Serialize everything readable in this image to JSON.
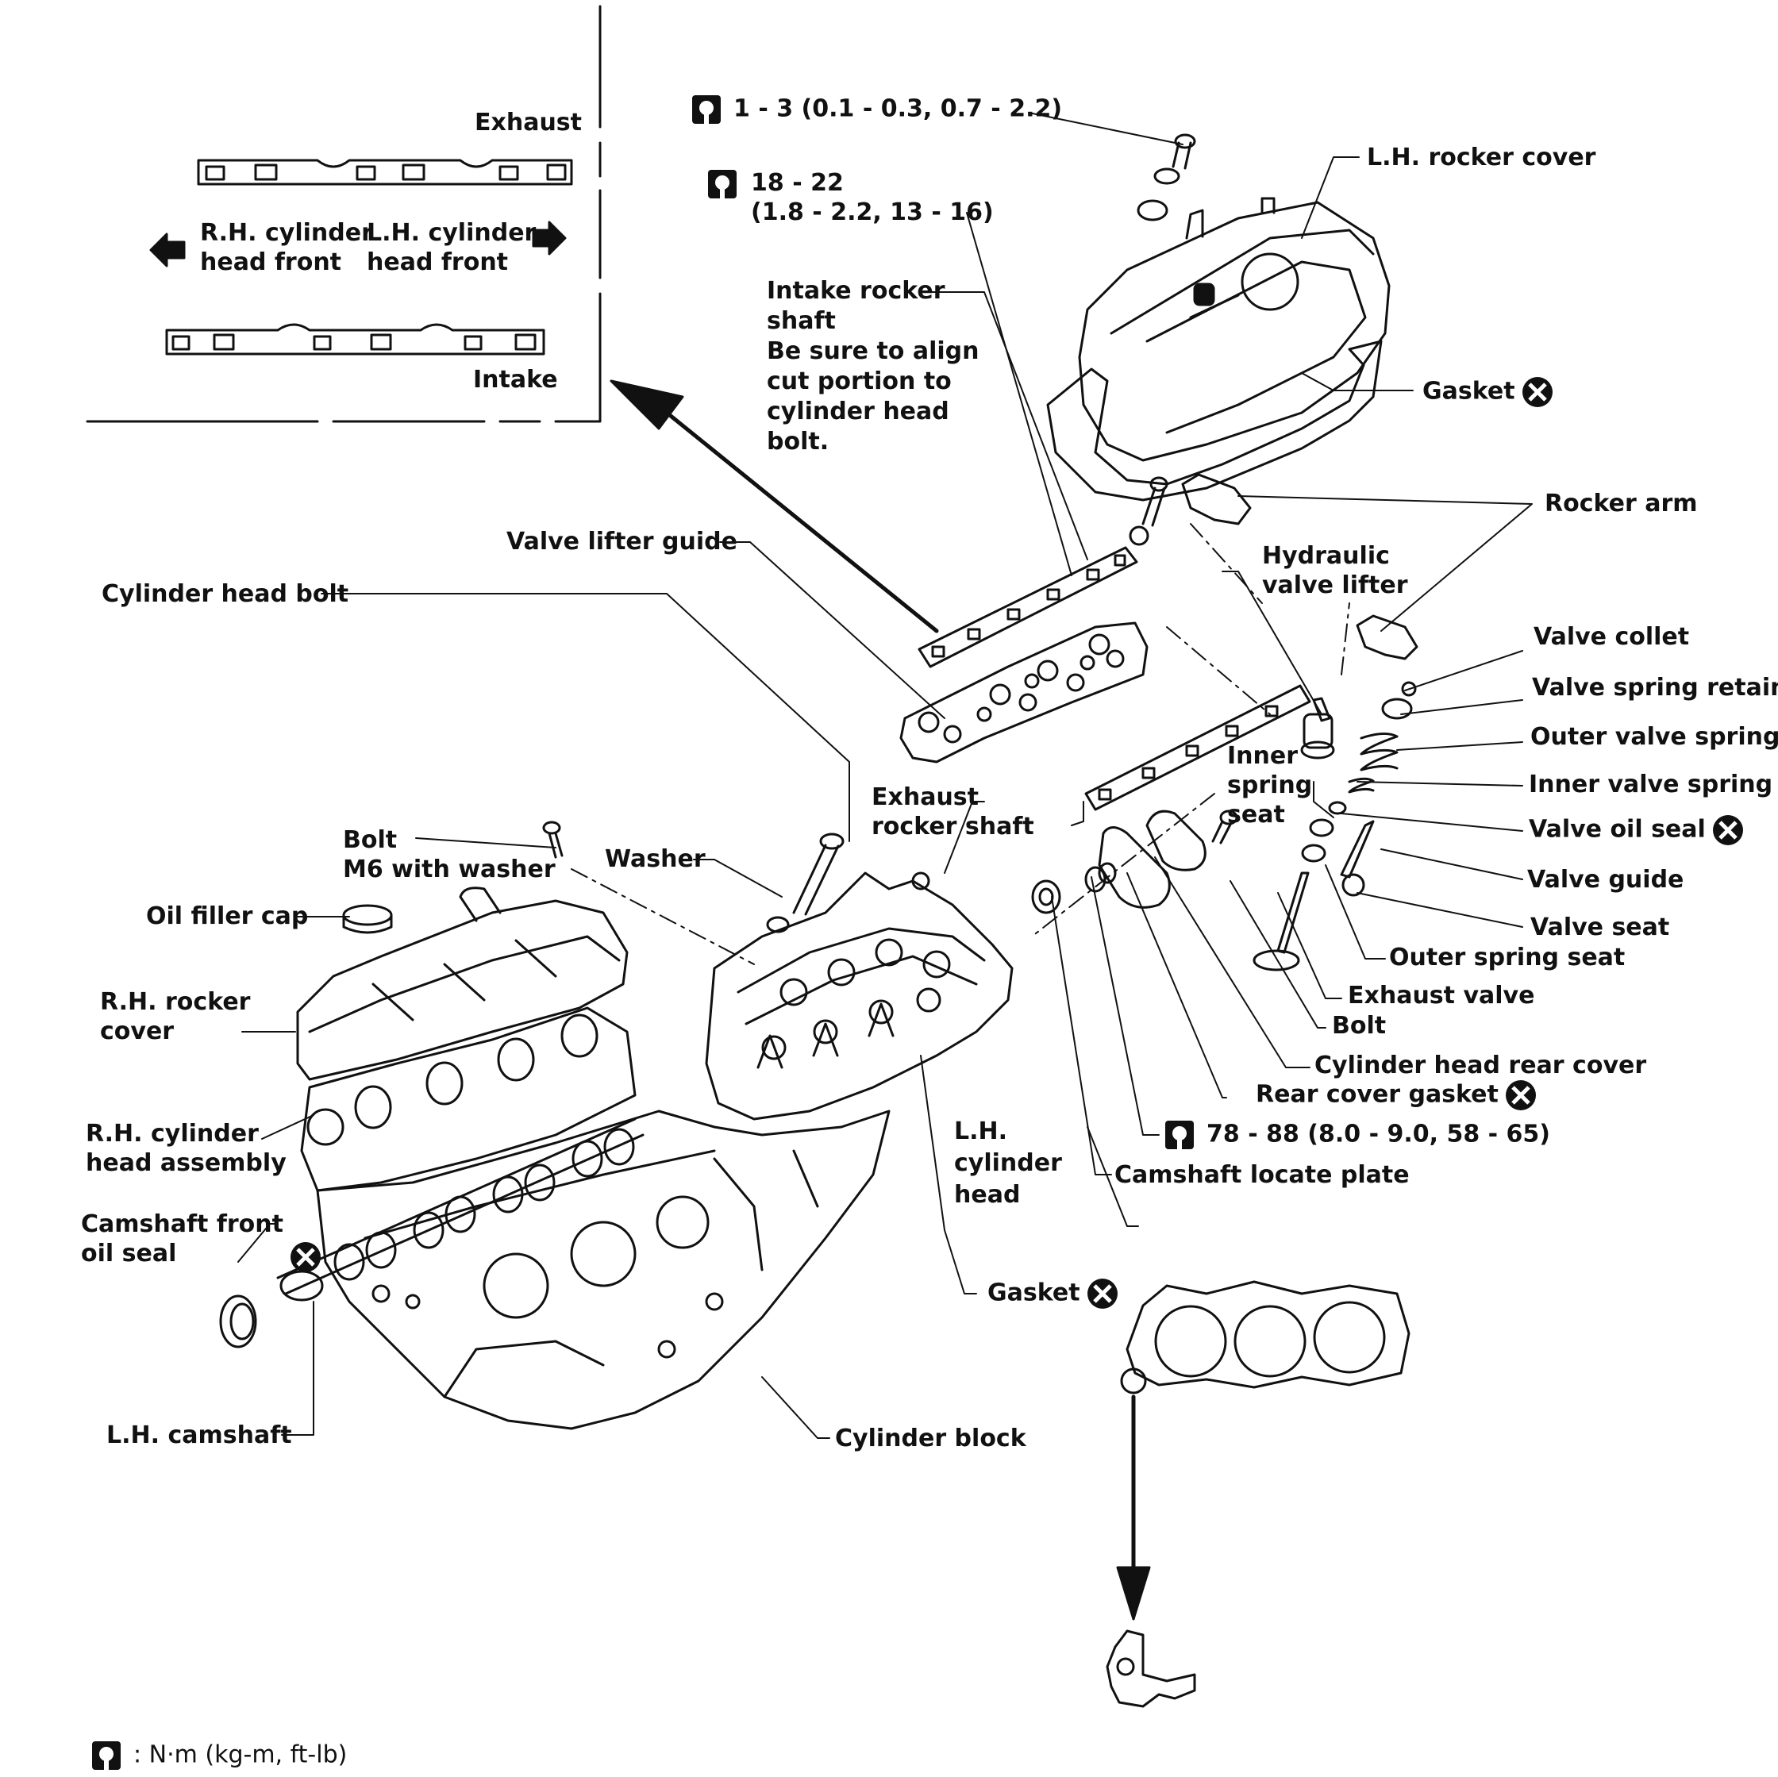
{
  "inset": {
    "exhaust": "Exhaust",
    "intake": "Intake",
    "rh_front": "R.H. cylinder\nhead front",
    "lh_front": "L.H. cylinder\nhead front"
  },
  "torque": {
    "t1": "1 - 3 (0.1 - 0.3, 0.7 - 2.2)",
    "t2": "18 - 22\n(1.8 - 2.2, 13 - 16)",
    "t3": "78 - 88 (8.0 - 9.0, 58 - 65)",
    "legend": ": N·m (kg-m, ft-lb)"
  },
  "labels": {
    "lh_rocker_cover": "L.H. rocker cover",
    "gasket_top": "Gasket",
    "intake_rocker_shaft": "Intake rocker\nshaft\nBe sure to align\ncut portion to\ncylinder head\nbolt.",
    "rocker_arm": "Rocker arm",
    "hydraulic_valve_lifter": "Hydraulic\nvalve lifter",
    "valve_lifter_guide": "Valve lifter guide",
    "cylinder_head_bolt": "Cylinder head bolt",
    "valve_collet": "Valve collet",
    "valve_spring_retainer": "Valve spring retainer",
    "outer_valve_spring": "Outer valve spring",
    "inner_valve_spring": "Inner valve spring",
    "valve_oil_seal": "Valve oil seal",
    "valve_guide": "Valve guide",
    "valve_seat": "Valve seat",
    "outer_spring_seat": "Outer spring seat",
    "exhaust_valve": "Exhaust valve",
    "bolt_right": "Bolt",
    "cylinder_head_rear_cover": "Cylinder head rear cover",
    "rear_cover_gasket": "Rear cover gasket",
    "camshaft_locate_plate": "Camshaft locate plate",
    "inner_spring_seat": "Inner\nspring\nseat",
    "exhaust_rocker_shaft": "Exhaust\nrocker shaft",
    "bolt_m6": "Bolt\nM6 with washer",
    "washer": "Washer",
    "oil_filler_cap": "Oil filler cap",
    "rh_rocker_cover": "R.H. rocker\ncover",
    "rh_cylinder_head_assembly": "R.H. cylinder\nhead assembly",
    "camshaft_front_oil_seal": "Camshaft front\noil seal",
    "lh_cylinder_head": "L.H.\ncylinder\nhead",
    "gasket_bottom": "Gasket",
    "lh_camshaft": "L.H. camshaft",
    "cylinder_block": "Cylinder block"
  },
  "icons": {
    "torque": "torque-wrench-icon",
    "replace": "circled-x-replace-icon"
  }
}
